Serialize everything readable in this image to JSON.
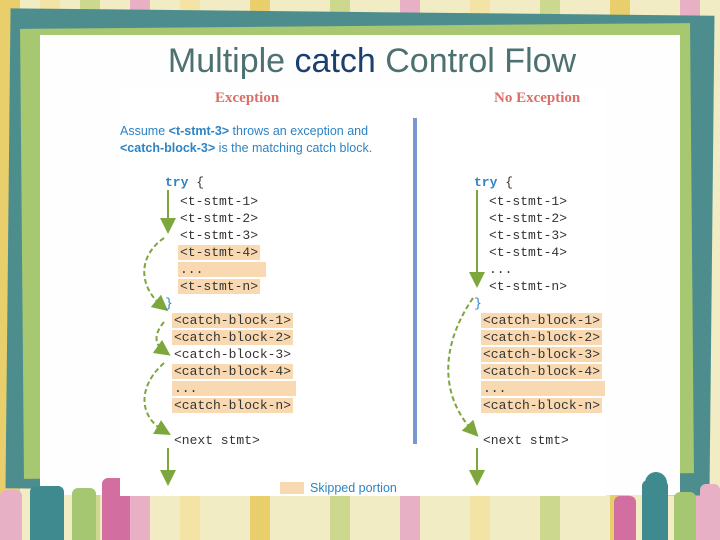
{
  "title": {
    "prefix": "Multiple",
    "keyword": "catch",
    "suffix": "Control Flow"
  },
  "headers": {
    "left": "Exception",
    "right": "No Exception"
  },
  "note": {
    "line1_a": "Assume ",
    "line1_b": "<t-stmt-3>",
    "line1_c": " throws an exception and",
    "line2_a": "<catch-block-3>",
    "line2_b": " is the matching catch block."
  },
  "code": {
    "try_kw": "try",
    "open_brace": "{",
    "close_brace": "}",
    "stmts": [
      "<t-stmt-1>",
      "<t-stmt-2>",
      "<t-stmt-3>",
      "<t-stmt-4>",
      "...",
      "<t-stmt-n>"
    ],
    "catches": [
      "<catch-block-1>",
      "<catch-block-2>",
      "<catch-block-3>",
      "<catch-block-4>",
      "...",
      "<catch-block-n>"
    ],
    "next": "<next stmt>"
  },
  "legend": {
    "label": "Skipped portion",
    "color": "#f9d9b1"
  },
  "colors": {
    "accent_text": "#2d84c4",
    "header": "#d96f67",
    "arrow": "#7da63c",
    "divider": "#7a97cf",
    "title": "#4d7070",
    "title_keyword": "#1c3f6e"
  }
}
